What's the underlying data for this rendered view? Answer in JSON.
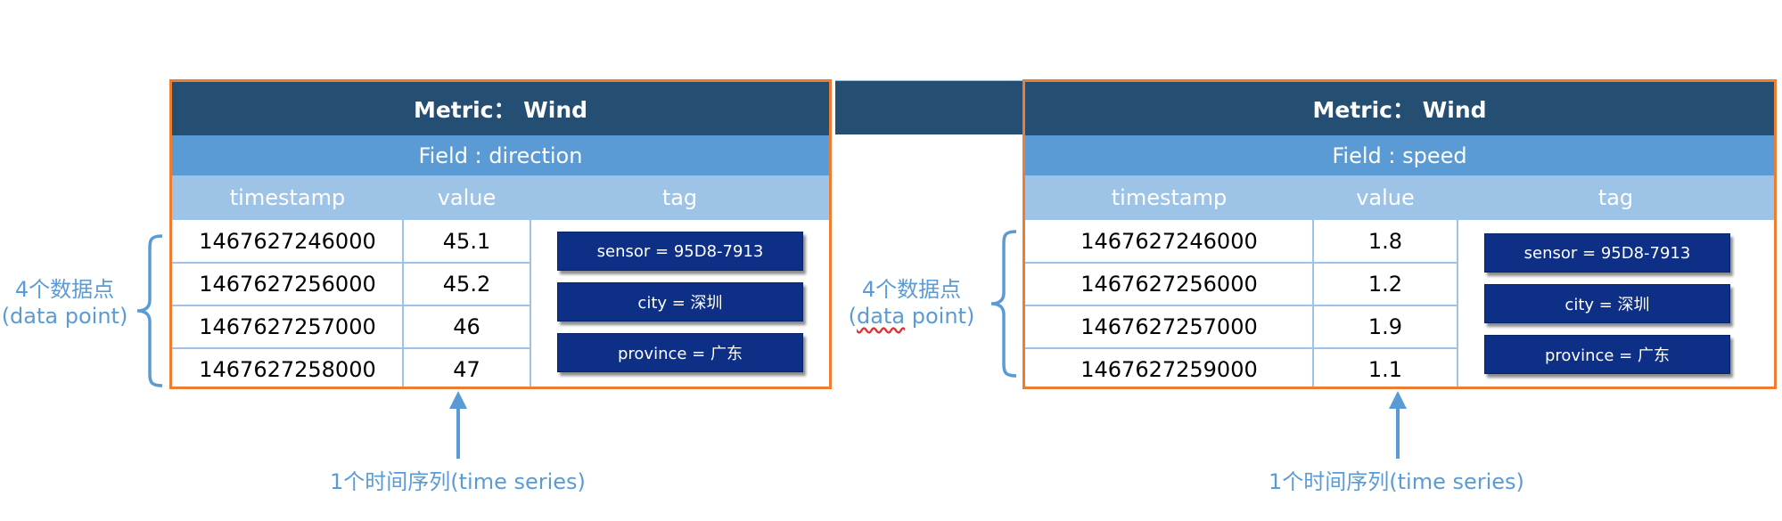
{
  "tables": [
    {
      "metric": "Metric： Wind",
      "field": "Field : direction",
      "columns": [
        "timestamp",
        "value",
        "tag"
      ],
      "rows": [
        {
          "timestamp": "1467627246000",
          "value": "45.1"
        },
        {
          "timestamp": "1467627256000",
          "value": "45.2"
        },
        {
          "timestamp": "1467627257000",
          "value": "46"
        },
        {
          "timestamp": "1467627258000",
          "value": "47"
        }
      ],
      "tags": [
        "sensor  =  95D8-7913",
        "city  =  深圳",
        "province  =  广东"
      ]
    },
    {
      "metric": "Metric： Wind",
      "field": "Field : speed",
      "columns": [
        "timestamp",
        "value",
        "tag"
      ],
      "rows": [
        {
          "timestamp": "1467627246000",
          "value": "1.8"
        },
        {
          "timestamp": "1467627256000",
          "value": "1.2"
        },
        {
          "timestamp": "1467627257000",
          "value": "1.9"
        },
        {
          "timestamp": "1467627259000",
          "value": "1.1"
        }
      ],
      "tags": [
        "sensor  =  95D8-7913",
        "city  =  深圳",
        "province  =  广东"
      ]
    }
  ],
  "annotations": {
    "data_point_line1": "4个数据点",
    "data_point_line2_left": "(data point)",
    "data_point_line2_right_prefix": "(",
    "data_point_line2_right_squiggle": "data",
    "data_point_line2_right_suffix": " point)",
    "time_series": "1个时间序列(time series)"
  },
  "colors": {
    "header": "#244e72",
    "field": "#5b9bd5",
    "columns": "#9dc3e6",
    "border": "#ed7d31",
    "tag": "#0d2f86",
    "annotation": "#5b9bd5"
  }
}
